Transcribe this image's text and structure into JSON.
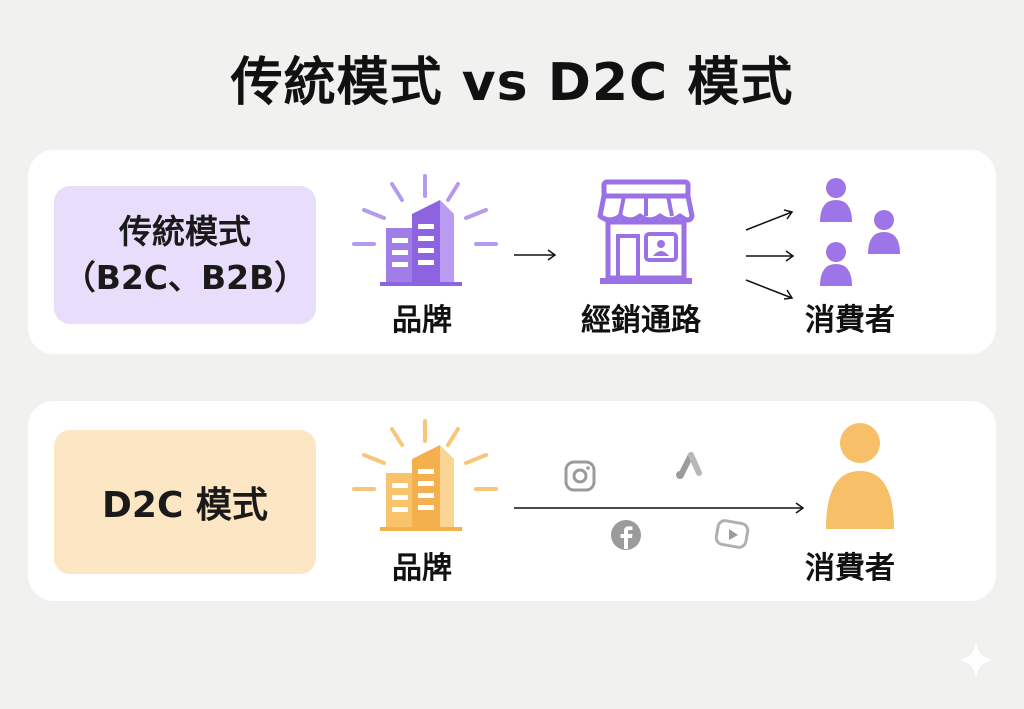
{
  "title": "传統模式  vs D2C 模式",
  "traditional": {
    "label_line1": "传統模式",
    "label_line2": "（B2C、B2B）",
    "nodes": {
      "brand": "品牌",
      "channel": "經銷通路",
      "consumer": "消費者"
    },
    "icons": [
      "building-icon",
      "storefront-icon",
      "people-group-icon"
    ],
    "accent": "#9e75e8"
  },
  "d2c": {
    "label": "D2C 模式",
    "nodes": {
      "brand": "品牌",
      "consumer": "消費者"
    },
    "channel_icons": [
      "instagram-icon",
      "google-ads-icon",
      "facebook-icon",
      "youtube-icon"
    ],
    "accent": "#f7bf67"
  }
}
